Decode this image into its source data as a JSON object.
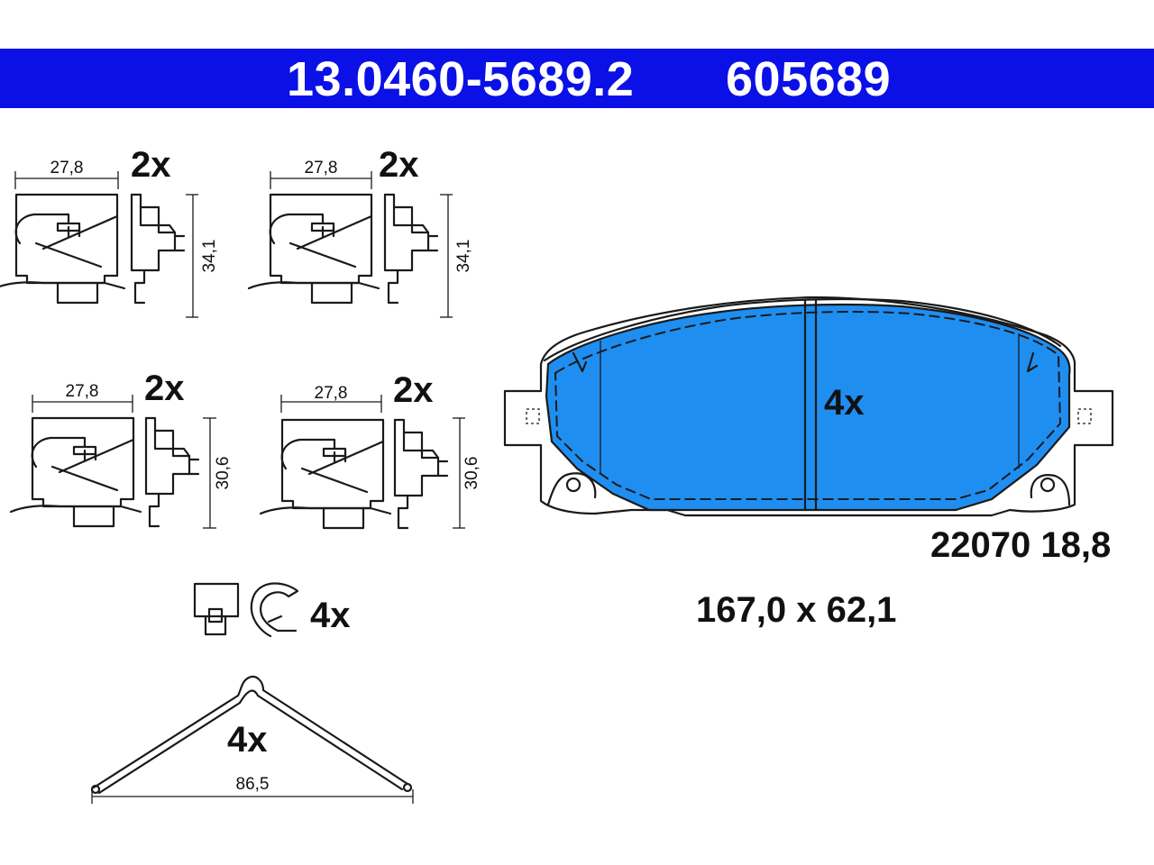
{
  "header": {
    "part_number": "13.0460-5689.2",
    "ref_number": "605689",
    "background_color": "#0a10e6"
  },
  "clips": [
    {
      "width_label": "27,8",
      "height_label": "34,1",
      "quantity": "2x"
    },
    {
      "width_label": "27,8",
      "height_label": "34,1",
      "quantity": "2x"
    },
    {
      "width_label": "27,8",
      "height_label": "30,6",
      "quantity": "2x"
    },
    {
      "width_label": "27,8",
      "height_label": "30,6",
      "quantity": "2x"
    }
  ],
  "small_clip": {
    "quantity": "4x"
  },
  "spring": {
    "quantity": "4x",
    "width_label": "86,5"
  },
  "pad": {
    "quantity": "4x",
    "wva_thickness": "22070 18,8",
    "dimensions": "167,0 x 62,1",
    "friction_color": "#1f8ef1"
  }
}
